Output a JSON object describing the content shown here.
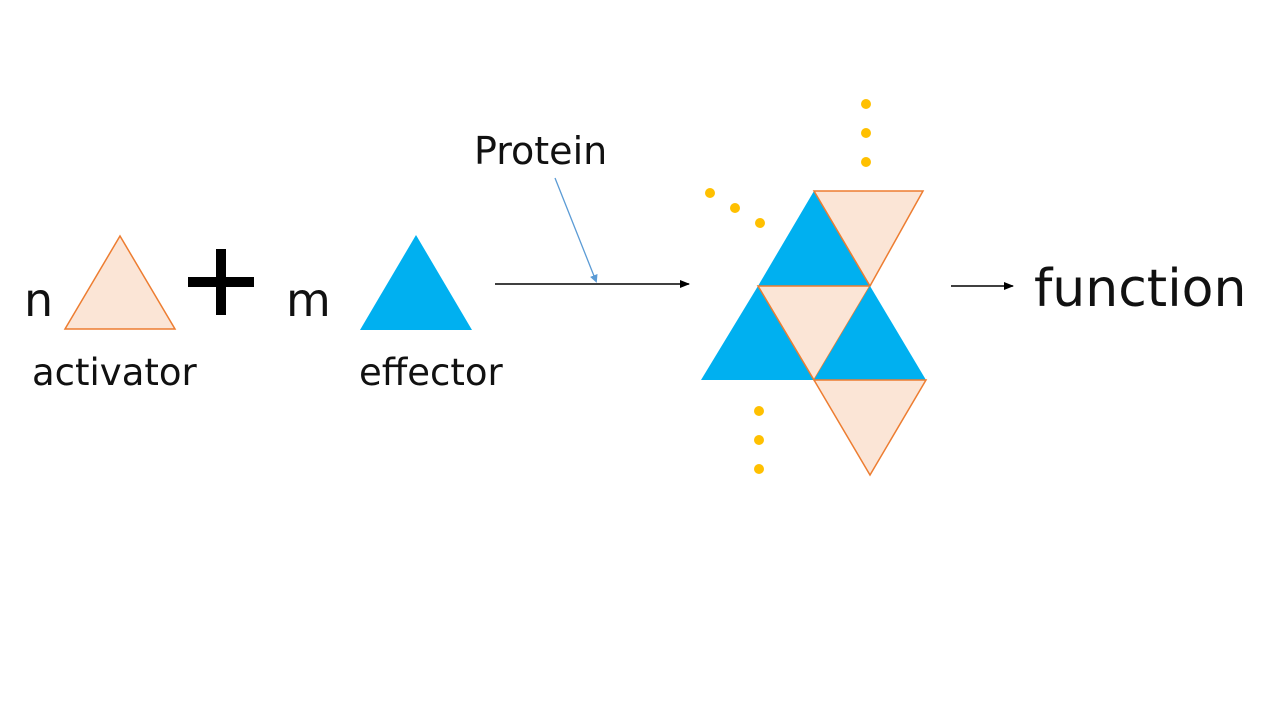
{
  "diagram": {
    "activator": {
      "coefficient": "n",
      "label": "activator"
    },
    "operator": "+",
    "effector": {
      "coefficient": "m",
      "label": "effector"
    },
    "product_label": "Protein",
    "output_label": "function",
    "colors": {
      "activator_fill": "#FBE5D6",
      "activator_stroke": "#ED7D31",
      "effector_fill": "#00B0F0",
      "dots": "#FFC000",
      "callout_line": "#5B9BD5",
      "arrow": "#000000",
      "text": "#111111"
    }
  }
}
